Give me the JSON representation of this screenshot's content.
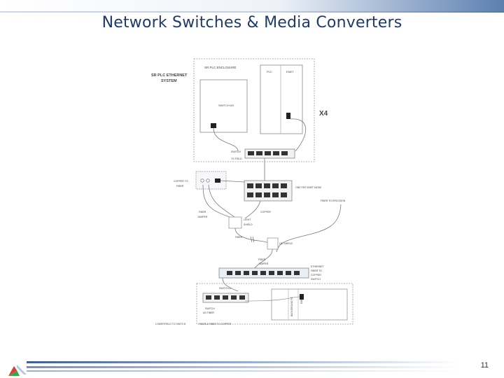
{
  "slide": {
    "title": "Network Switches & Media Converters",
    "page_number": "11"
  },
  "diagram": {
    "system_label_line1": "SR PLC ETHERNET",
    "system_label_line2": "SYSTEM",
    "enclosure_label": "SR PLC ENCLOSURE",
    "plc_label": "PLC",
    "enet_label": "ENET",
    "switch_label": "SWITCH AS",
    "multiplier": "X4",
    "switch_top_line1": "SWITCH",
    "switch_top_line2": "TO FIELD",
    "copper_fiber_line1": "COPPER TO",
    "copper_fiber_line2": "FIBER",
    "one_per_enet": "ONE PER ENET MODE",
    "fiber_jumper_left_line1": "FIBER",
    "fiber_jumper_left_line2": "JUMPER",
    "copper": "COPPER",
    "light_shield_line1": "LIGHT",
    "light_shield_line2": "SHIELD",
    "fiber_to_ericsson": "FIBER TO ERICSSON",
    "fiber": "FIBER",
    "lic_shield": "LIC SHIELD",
    "fiber_jumper_bottom_line1": "FIBER",
    "fiber_jumper_bottom_line2": "JUMPER",
    "switch_right_line1": "ETHERNET",
    "switch_right_line2": "FIBER TO",
    "switch_right_line3": "COPPER",
    "switch_right_line4": "SWITCH",
    "switch_a": "SWITCH A",
    "switch_to_fiber_line1": "SWITCH",
    "switch_to_fiber_line2": "AS FIBER",
    "background_pc": "BACKGROUND PC",
    "enet_bottom": "ENET",
    "lower_left_label": "LOWERFIELD TO SWITCH",
    "lower_center_label": "FIBER & FIBER TO COPPER"
  }
}
